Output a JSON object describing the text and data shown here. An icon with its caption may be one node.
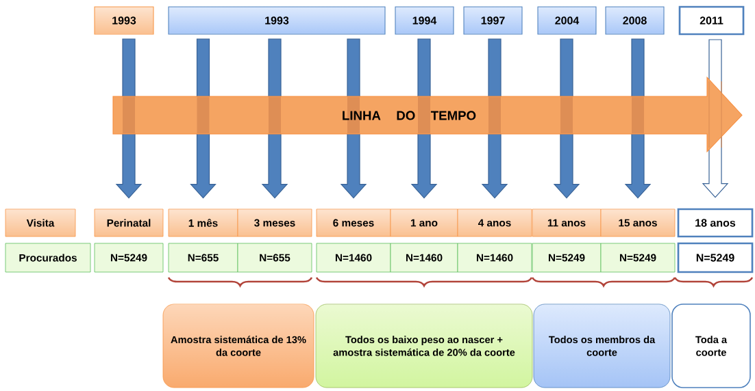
{
  "diagram": {
    "nodes": [
      {
        "text": [
          "1993"
        ]
      },
      {
        "text": [
          "1993"
        ]
      },
      {
        "text": [
          "1994"
        ]
      },
      {
        "text": [
          "1997"
        ]
      },
      {
        "text": [
          "2004"
        ]
      },
      {
        "text": [
          "2008"
        ]
      },
      {
        "text": [
          "2011"
        ]
      },
      {
        "text": [
          "LINHA DO TEMPO"
        ]
      },
      {
        "text": [
          "Visita"
        ]
      },
      {
        "text": [
          "Perinatal"
        ]
      },
      {
        "text": [
          "1 mês"
        ]
      },
      {
        "text": [
          "3 meses"
        ]
      },
      {
        "text": [
          "6 meses"
        ]
      },
      {
        "text": [
          "1 ano"
        ]
      },
      {
        "text": [
          "4 anos"
        ]
      },
      {
        "text": [
          "11 anos"
        ]
      },
      {
        "text": [
          "15 anos"
        ]
      },
      {
        "text": [
          "18 anos"
        ]
      },
      {
        "text": [
          "Procurados"
        ]
      },
      {
        "text": [
          "N=5249"
        ]
      },
      {
        "text": [
          "N=655"
        ]
      },
      {
        "text": [
          "N=655"
        ]
      },
      {
        "text": [
          "N=1460"
        ]
      },
      {
        "text": [
          "N=1460"
        ]
      },
      {
        "text": [
          "N=1460"
        ]
      },
      {
        "text": [
          "N=5249"
        ]
      },
      {
        "text": [
          "N=5249"
        ]
      },
      {
        "text": [
          "N=5249"
        ]
      },
      {
        "text": [
          "Amostra sistemática de 13% da coorte"
        ]
      },
      {
        "text": [
          "Todos os baixo peso ao nascer + amostra sistemática de 20% da coorte"
        ]
      },
      {
        "text": [
          "Todos os membros da coorte"
        ]
      },
      {
        "text": [
          "Toda a coorte"
        ]
      }
    ],
    "edges": [
      {
        "from": 0,
        "to": 9,
        "arrow": "to"
      },
      {
        "from": 1,
        "to": 10,
        "arrow": "to"
      },
      {
        "from": 1,
        "to": 11,
        "arrow": "to"
      },
      {
        "from": 1,
        "to": 12,
        "arrow": "to"
      },
      {
        "from": 2,
        "to": 13,
        "arrow": "to"
      },
      {
        "from": 3,
        "to": 14,
        "arrow": "to"
      },
      {
        "from": 4,
        "to": 15,
        "arrow": "to"
      },
      {
        "from": 5,
        "to": 16,
        "arrow": "to"
      },
      {
        "from": 6,
        "to": 17,
        "arrow": "to",
        "color": "#ffffff"
      }
    ]
  }
}
